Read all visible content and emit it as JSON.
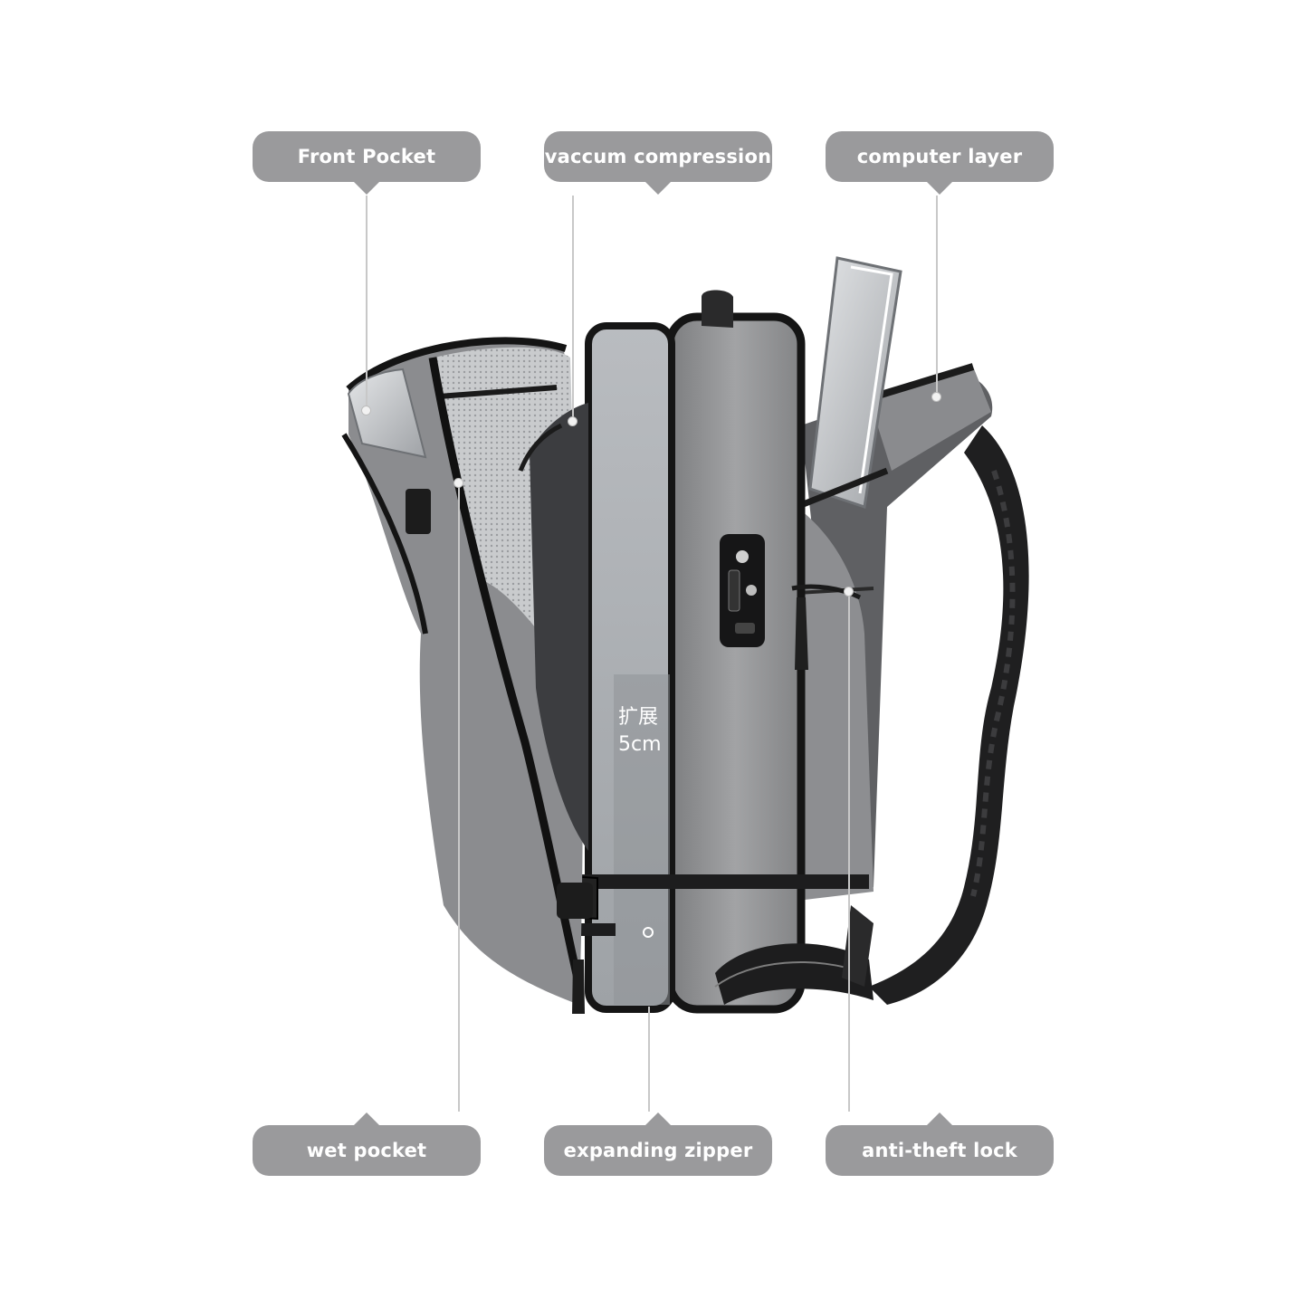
{
  "callouts": {
    "front_pocket": "Front Pocket",
    "vaccum_compression": "vaccum compression",
    "computer_layer": "computer layer",
    "wet_pocket": "wet pocket",
    "expanding_zipper": "expanding zipper",
    "anti_theft_lock": "anti-theft lock"
  },
  "bag_print": {
    "line1": "扩展",
    "line2": "5cm"
  },
  "colors": {
    "callout_bg": "#9a9a9c",
    "bag_grey": "#8e8f91",
    "strap_black": "#1c1c1c"
  }
}
